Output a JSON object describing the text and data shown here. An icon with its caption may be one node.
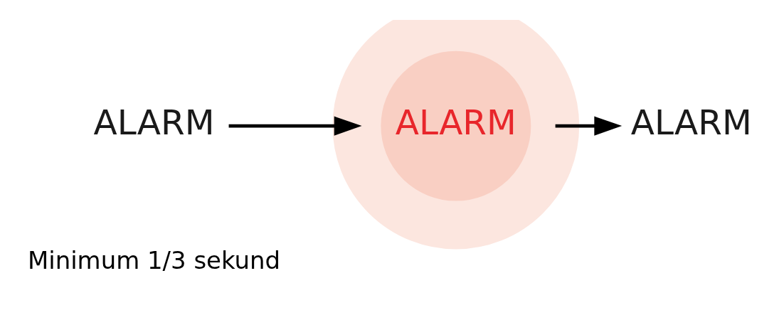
{
  "diagram": {
    "nodes": [
      {
        "text": [
          "ALARM"
        ]
      },
      {
        "text": [
          "ALARM"
        ]
      },
      {
        "text": [
          "ALARM"
        ]
      }
    ],
    "edges": [
      {
        "from": 0,
        "to": 1,
        "arrow": "to"
      },
      {
        "from": 1,
        "to": 2,
        "arrow": "to"
      }
    ],
    "labels": [
      "Minimum 1/3 sekund"
    ]
  }
}
